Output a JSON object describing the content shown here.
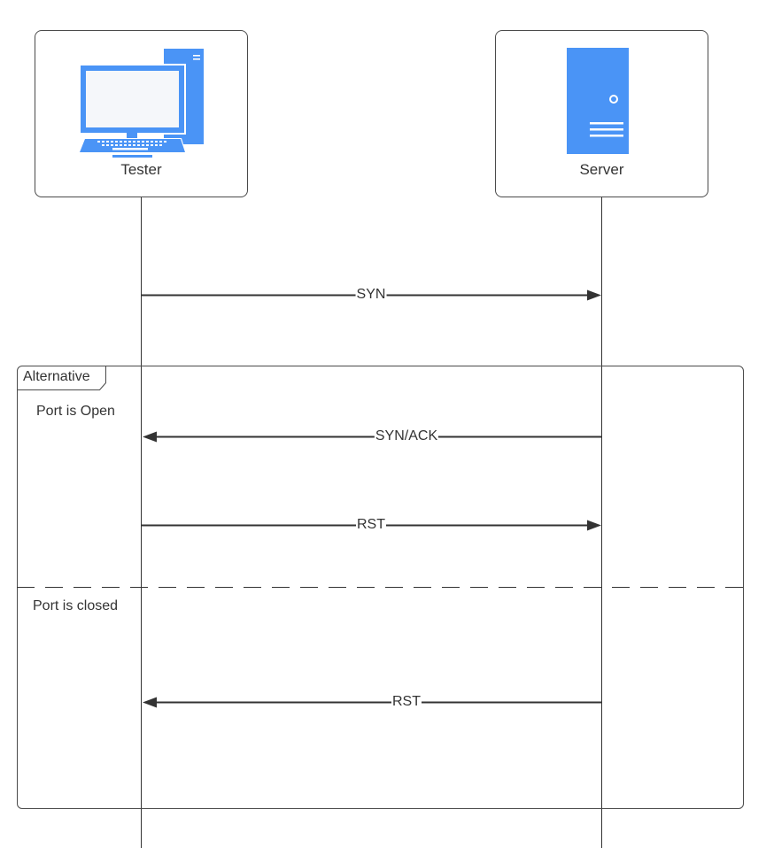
{
  "actors": [
    {
      "name": "Tester",
      "icon": "computer-icon"
    },
    {
      "name": "Server",
      "icon": "server-icon"
    }
  ],
  "fragment": {
    "operator": "Alternative",
    "sections": [
      {
        "guard": "Port is Open"
      },
      {
        "guard": "Port is closed"
      }
    ]
  },
  "messages": [
    {
      "label": "SYN",
      "from": "Tester",
      "to": "Server"
    },
    {
      "label": "SYN/ACK",
      "from": "Server",
      "to": "Tester"
    },
    {
      "label": "RST",
      "from": "Tester",
      "to": "Server"
    },
    {
      "label": "RST",
      "from": "Server",
      "to": "Tester"
    }
  ],
  "colors": {
    "icon_blue": "#4a94f6",
    "line": "#333333"
  }
}
